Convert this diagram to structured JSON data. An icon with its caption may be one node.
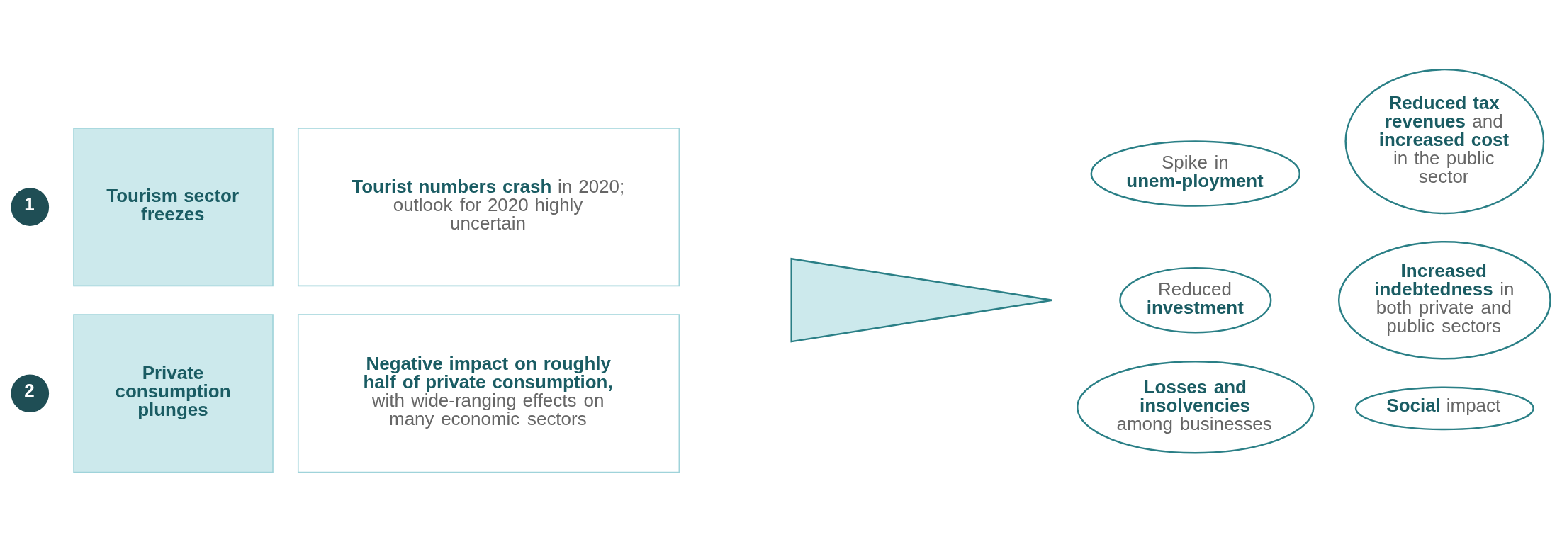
{
  "diagram": {
    "nodes": [
      {
        "text": [
          "1"
        ]
      },
      {
        "text": [
          "Tourism sector freezes"
        ]
      },
      {
        "text": [
          "**Tourist numbers crash** in 2020; outlook for 2020 highly uncertain"
        ]
      },
      {
        "text": [
          "2"
        ]
      },
      {
        "text": [
          "Private consumption plunges"
        ]
      },
      {
        "text": [
          "**Negative impact on roughly half of private consumption,** with wide-ranging effects on many economic sectors"
        ]
      },
      {
        "text": [],
        "shape": "triangle"
      },
      {
        "text": [
          "Spike in **unem-ployment**"
        ]
      },
      {
        "text": [
          "**Reduced tax revenues** and **increased cost** in the public sector"
        ]
      },
      {
        "text": [
          "Reduced **investment**"
        ]
      },
      {
        "text": [
          "**Increased indebtedness** in both private and public sectors"
        ]
      },
      {
        "text": [
          "**Losses and insolvencies** among businesses"
        ]
      },
      {
        "text": [
          "**Social** impact"
        ]
      }
    ]
  }
}
